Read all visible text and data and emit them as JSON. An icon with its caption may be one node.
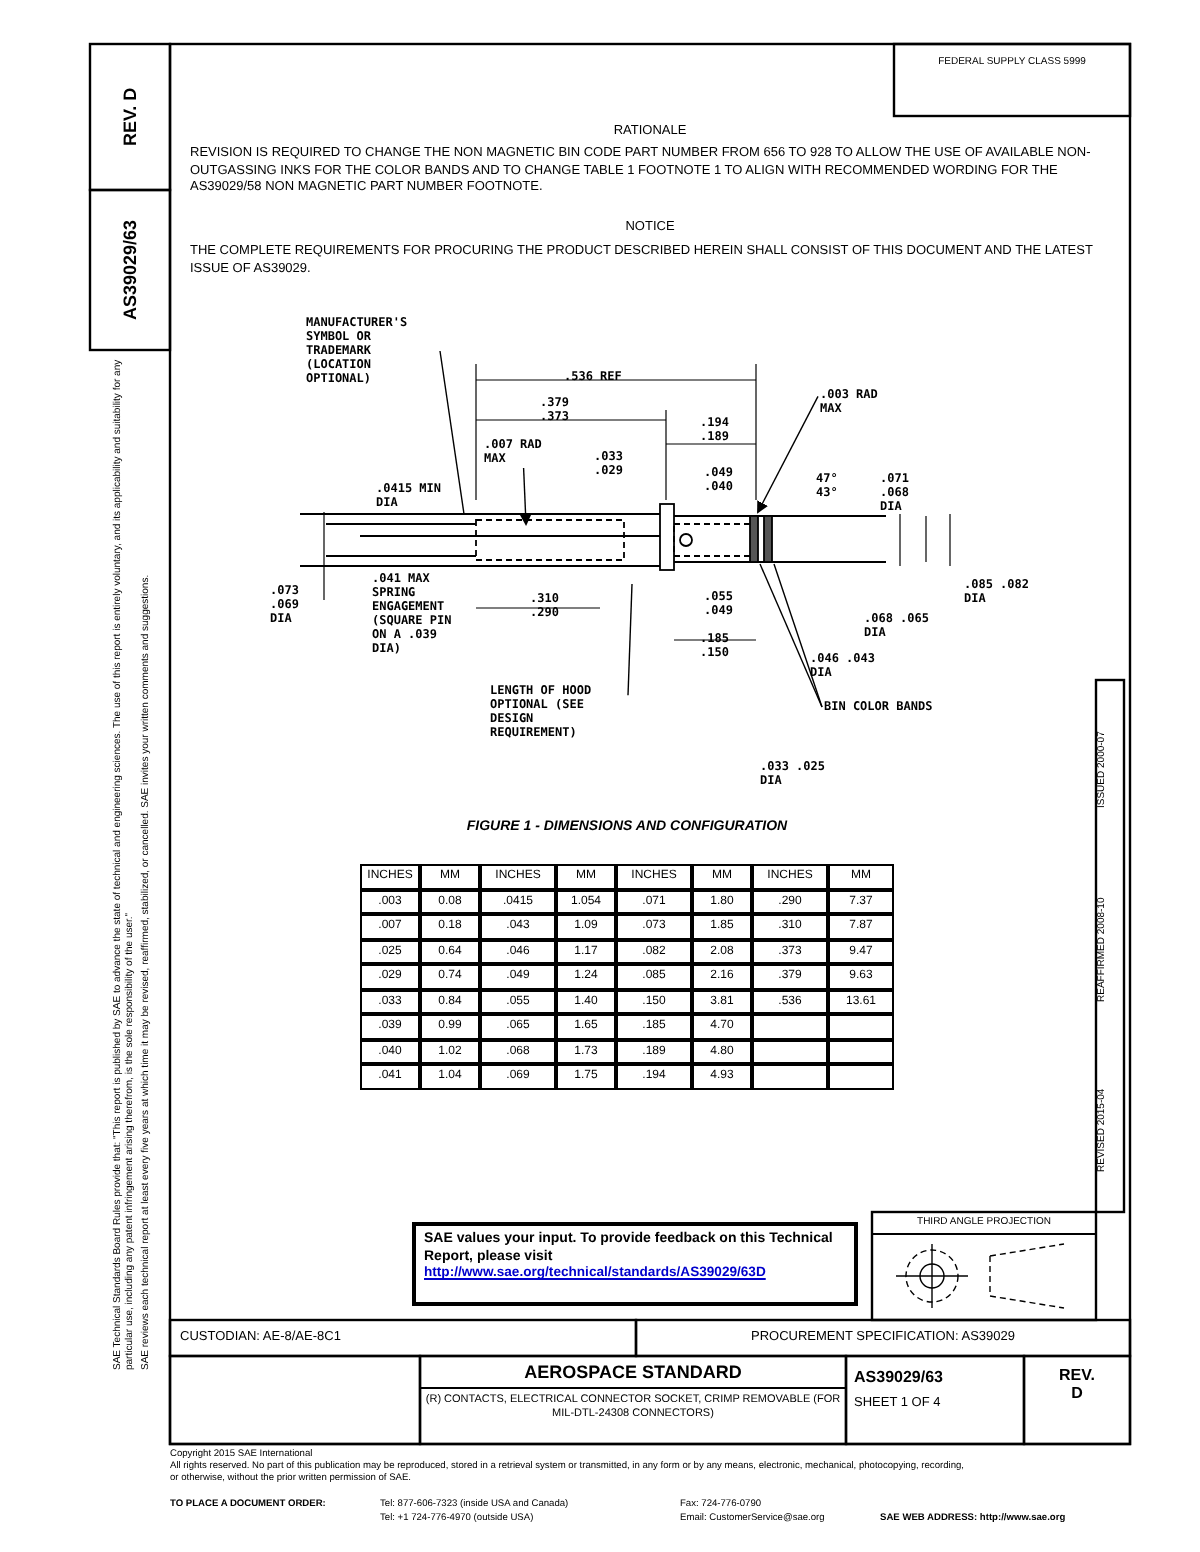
{
  "diagram": {
    "nodes": [
      {
        "text": [
          "MANUFACTURER'S SYMBOL OR TRADEMARK (LOCATION OPTIONAL)"
        ]
      },
      {
        "text": [
          ".007 RAD MAX"
        ]
      },
      {
        "text": [
          ".003 RAD MAX"
        ]
      },
      {
        "text": [
          "LENGTH OF HOOD OPTIONAL (SEE DESIGN REQUIREMENT)"
        ]
      },
      {
        "text": [
          "BIN COLOR BANDS"
        ]
      },
      {
        "text": [],
        "shape": "picture"
      }
    ],
    "edges": [
      {
        "from": 0,
        "to": 5,
        "arrow": "none"
      },
      {
        "from": 1,
        "to": 5,
        "arrow": "to"
      },
      {
        "from": 2,
        "to": 5,
        "arrow": "to"
      },
      {
        "from": 3,
        "to": 5,
        "arrow": "none"
      },
      {
        "from": 4,
        "to": 5,
        "arrow": "none"
      },
      {
        "from": 4,
        "to": 5,
        "arrow": "none"
      }
    ],
    "labels": [
      "REV. D",
      "AS39029/63",
      "FEDERAL SUPPLY CLASS 5999",
      "RATIONALE",
      "REVISION IS REQUIRED TO CHANGE THE NON MAGNETIC BIN CODE PART NUMBER FROM 656 TO 928 TO ALLOW THE USE OF AVAILABLE NON-OUTGASSING INKS FOR THE COLOR BANDS AND TO CHANGE TABLE 1 FOOTNOTE 1 TO ALIGN WITH RECOMMENDED WORDING FOR THE AS39029/58 NON MAGNETIC PART NUMBER FOOTNOTE.",
      "NOTICE",
      "THE COMPLETE REQUIREMENTS FOR PROCURING THE PRODUCT DESCRIBED HEREIN SHALL CONSIST OF THIS DOCUMENT AND THE LATEST ISSUE OF AS39029.",
      "SAE Technical Standards Board Rules provide that: \"This report is published by SAE to advance the state of technical and engineering sciences. The use of this report is entirely voluntary, and its applicability and suitability for any particular use, including any patent infringement arising therefrom, is the sole responsibility of the user.\"",
      "SAE reviews each technical report at least every five years at which time it may be revised, reaffirmed, stabilized, or cancelled. SAE invites your written comments and suggestions.",
      ".536 REF",
      ".379 .373",
      ".194 .189",
      ".033 .029",
      ".049 .040",
      "47° 43°",
      ".071 .068 DIA",
      ".0415 MIN DIA",
      ".073 .069 DIA",
      ".041 MAX SPRING ENGAGEMENT (SQUARE PIN ON A .039 DIA)",
      ".310 .290",
      ".055 .049",
      ".185 .150",
      ".085 .082 DIA",
      ".068 .065 DIA",
      ".046 .043 DIA",
      ".033 .025 DIA",
      "FIGURE 1 - DIMENSIONS AND CONFIGURATION",
      "INCHES",
      "MM",
      "INCHES",
      "MM",
      "INCHES",
      "MM",
      "INCHES",
      "MM",
      ".003",
      "0.08",
      ".0415",
      "1.054",
      ".071",
      "1.80",
      ".290",
      "7.37",
      ".007",
      "0.18",
      ".043",
      "1.09",
      ".073",
      "1.85",
      ".310",
      "7.87",
      ".025",
      "0.64",
      ".046",
      "1.17",
      ".082",
      "2.08",
      ".373",
      "9.47",
      ".029",
      "0.74",
      ".049",
      "1.24",
      ".085",
      "2.16",
      ".379",
      "9.63",
      ".033",
      "0.84",
      ".055",
      "1.40",
      ".150",
      "3.81",
      ".536",
      "13.61",
      ".039",
      "0.99",
      ".065",
      "1.65",
      ".185",
      "4.70",
      ".040",
      "1.02",
      ".068",
      "1.73",
      ".189",
      "4.80",
      ".041",
      "1.04",
      ".069",
      "1.75",
      ".194",
      "4.93",
      "ISSUED 2000-07",
      "REAFFIRMED 2008-10",
      "REVISED 2015-04",
      "THIRD ANGLE PROJECTION",
      "SAE values your input. To provide feedback on this Technical Report, please visit",
      "http://www.sae.org/technical/standards/AS39029/63D",
      "CUSTODIAN: AE-8/AE-8C1",
      "PROCUREMENT SPECIFICATION: AS39029",
      "AEROSPACE STANDARD",
      "(R) CONTACTS, ELECTRICAL CONNECTOR SOCKET, CRIMP REMOVABLE (FOR MIL-DTL-24308 CONNECTORS)",
      "AS39029/63",
      "SHEET 1 OF 4",
      "REV. D",
      "Copyright 2015 SAE International",
      "All rights reserved. No part of this publication may be reproduced, stored in a retrieval system or transmitted, in any form or by any means, electronic, mechanical, photocopying, recording, or otherwise, without the prior written permission of SAE.",
      "TO PLACE A DOCUMENT ORDER:",
      "Tel: 877-606-7323 (inside USA and Canada)",
      "Tel: +1 724-776-4970 (outside USA)",
      "Fax: 724-776-0790",
      "Email: CustomerService@sae.org",
      "SAE WEB ADDRESS: http://www.sae.org"
    ]
  }
}
